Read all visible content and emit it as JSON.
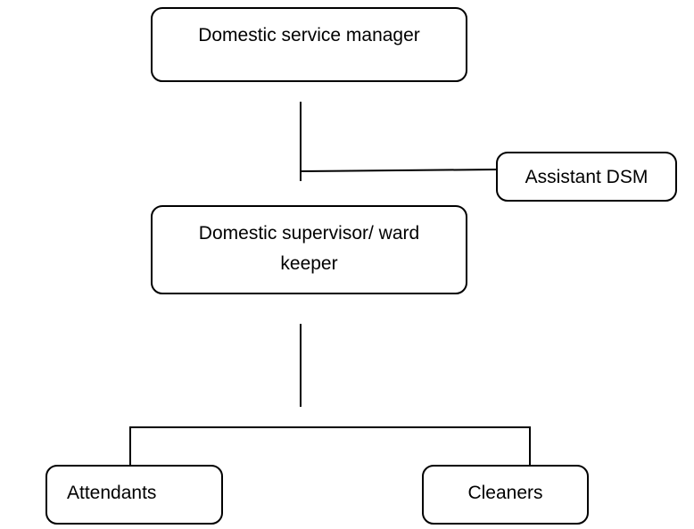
{
  "diagram": {
    "nodes": {
      "domestic_service_manager": "Domestic service manager",
      "assistant_dsm": "Assistant DSM",
      "domestic_supervisor": [
        "Domestic supervisor/ ward",
        "keeper"
      ],
      "attendants": "Attendants",
      "cleaners": "Cleaners"
    },
    "edges": [
      {
        "from": "Domestic service manager",
        "to": "Domestic supervisor/ ward keeper"
      },
      {
        "from": "Domestic service manager",
        "to": "Assistant DSM"
      },
      {
        "from": "Domestic supervisor/ ward keeper",
        "to": "Attendants"
      },
      {
        "from": "Domestic supervisor/ ward keeper",
        "to": "Cleaners"
      }
    ]
  }
}
